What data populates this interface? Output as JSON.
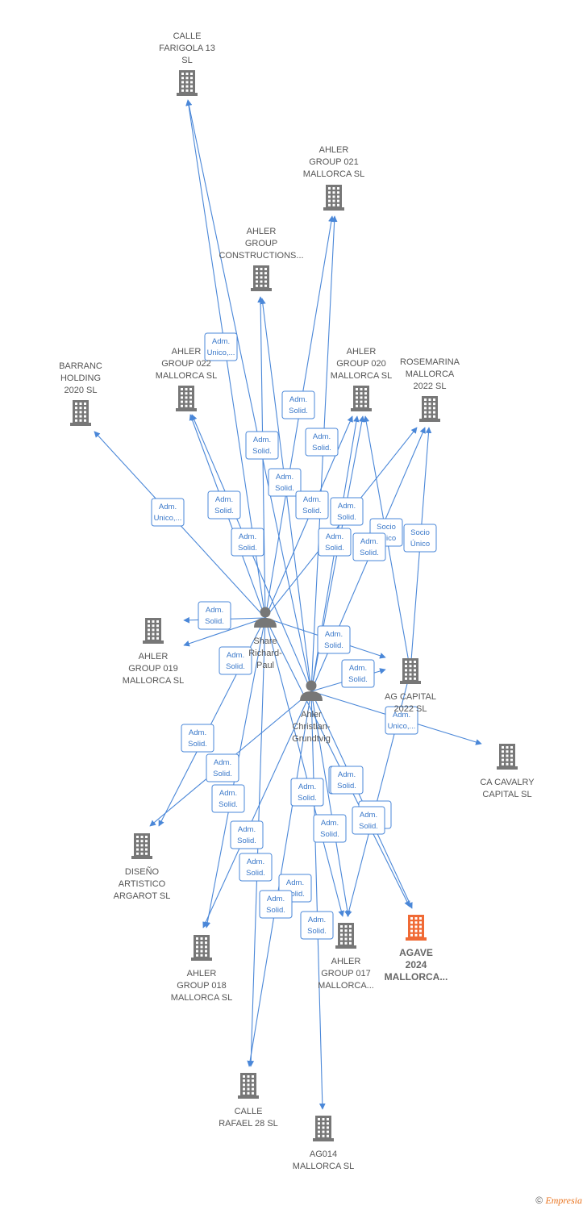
{
  "colors": {
    "edge": "#4a87d8",
    "company": "#777777",
    "highlight": "#f06a35",
    "person": "#777777"
  },
  "companies": [
    {
      "id": "calle-farigola",
      "lines": [
        "CALLE",
        "FARIGOLA 13",
        "SL"
      ],
      "icon": "building-icon"
    },
    {
      "id": "ahler-021",
      "lines": [
        "AHLER",
        "GROUP 021",
        "MALLORCA  SL"
      ],
      "icon": "building-icon"
    },
    {
      "id": "ahler-constructions",
      "lines": [
        "AHLER",
        "GROUP",
        "CONSTRUCTIONS..."
      ],
      "icon": "building-icon"
    },
    {
      "id": "barranc",
      "lines": [
        "BARRANC",
        "HOLDING",
        "2020  SL"
      ],
      "icon": "building-icon"
    },
    {
      "id": "ahler-022",
      "lines": [
        "AHLER",
        "GROUP 022",
        "MALLORCA  SL"
      ],
      "icon": "building-icon"
    },
    {
      "id": "ahler-020",
      "lines": [
        "AHLER",
        "GROUP 020",
        "MALLORCA  SL"
      ],
      "icon": "building-icon"
    },
    {
      "id": "rosemarina",
      "lines": [
        "ROSEMARINA",
        "MALLORCA",
        "2022  SL"
      ],
      "icon": "building-icon"
    },
    {
      "id": "ahler-019",
      "lines": [
        "AHLER",
        "GROUP 019",
        "MALLORCA  SL"
      ],
      "icon": "building-icon"
    },
    {
      "id": "ag-capital",
      "lines": [
        "AG CAPITAL",
        "2022  SL"
      ],
      "icon": "building-icon"
    },
    {
      "id": "ca-cavalry",
      "lines": [
        "CA CAVALRY",
        "CAPITAL  SL"
      ],
      "icon": "building-icon"
    },
    {
      "id": "diseno",
      "lines": [
        "DISEÑO",
        "ARTISTICO",
        "ARGAROT  SL"
      ],
      "icon": "building-icon"
    },
    {
      "id": "agave",
      "lines": [
        "AGAVE",
        "2024",
        "MALLORCA..."
      ],
      "icon": "building-icon",
      "highlight": true
    },
    {
      "id": "ahler-018",
      "lines": [
        "AHLER",
        "GROUP 018",
        "MALLORCA  SL"
      ],
      "icon": "building-icon"
    },
    {
      "id": "ahler-017",
      "lines": [
        "AHLER",
        "GROUP 017",
        "MALLORCA..."
      ],
      "icon": "building-icon"
    },
    {
      "id": "calle-rafael",
      "lines": [
        "CALLE",
        "RAFAEL 28  SL"
      ],
      "icon": "building-icon"
    },
    {
      "id": "ag014",
      "lines": [
        "AG014",
        "MALLORCA  SL"
      ],
      "icon": "building-icon"
    }
  ],
  "persons": [
    {
      "id": "share",
      "lines": [
        "Share",
        "Richard-",
        "Paul"
      ],
      "icon": "person-icon"
    },
    {
      "id": "ahler-person",
      "lines": [
        "Ahler",
        "Christian-",
        "Grundtvig"
      ],
      "icon": "person-icon"
    }
  ],
  "edge_labels": [
    {
      "id": "e1",
      "lines": [
        "Adm.",
        "Unico,..."
      ]
    },
    {
      "id": "e2",
      "lines": [
        "Adm.",
        "Solid."
      ]
    },
    {
      "id": "e3",
      "lines": [
        "Adm.",
        "Solid."
      ]
    },
    {
      "id": "e4",
      "lines": [
        "Adm.",
        "Solid."
      ]
    },
    {
      "id": "e5",
      "lines": [
        "Adm.",
        "Solid."
      ]
    },
    {
      "id": "e6",
      "lines": [
        "Adm.",
        "Unico,..."
      ]
    },
    {
      "id": "e7",
      "lines": [
        "Adm.",
        "Solid."
      ]
    },
    {
      "id": "e8",
      "lines": [
        "Adm.",
        "Solid."
      ]
    },
    {
      "id": "e9",
      "lines": [
        "Adm.",
        "Solid."
      ]
    },
    {
      "id": "e10",
      "lines": [
        "Adm.",
        "Solid."
      ]
    },
    {
      "id": "e11",
      "lines": [
        "Socio",
        "Único"
      ]
    },
    {
      "id": "e12",
      "lines": [
        "Adm.",
        "Solid."
      ]
    },
    {
      "id": "e13",
      "lines": [
        "Adm.",
        "Solid."
      ]
    },
    {
      "id": "e14",
      "lines": [
        "Socio",
        "Único"
      ]
    },
    {
      "id": "e15",
      "lines": [
        "Adm.",
        "Solid."
      ]
    },
    {
      "id": "e16",
      "lines": [
        "Adm.",
        "Solid."
      ]
    },
    {
      "id": "e17",
      "lines": [
        "Adm.",
        "Solid."
      ]
    },
    {
      "id": "e18",
      "lines": [
        "Adm.",
        "Solid."
      ]
    },
    {
      "id": "e19",
      "lines": [
        "Adm.",
        "Unico,..."
      ]
    },
    {
      "id": "e20",
      "lines": [
        "Adm.",
        "Solid."
      ]
    },
    {
      "id": "e21",
      "lines": [
        "Adm.",
        "Solid."
      ]
    },
    {
      "id": "e22",
      "lines": [
        "Adm.",
        "Solid."
      ]
    },
    {
      "id": "e23",
      "lines": [
        "Adm.",
        "Solid."
      ]
    },
    {
      "id": "e24",
      "lines": [
        "Adm.",
        "Solid."
      ]
    },
    {
      "id": "e25",
      "lines": [
        "Socio",
        "Único"
      ]
    },
    {
      "id": "e26",
      "lines": [
        "Adm.",
        "Solid."
      ]
    },
    {
      "id": "e27",
      "lines": [
        "Adm.",
        "Solid."
      ]
    },
    {
      "id": "e28",
      "lines": [
        "Adm.",
        "Solid."
      ]
    },
    {
      "id": "e29",
      "lines": [
        "Adm.",
        "Solid."
      ]
    },
    {
      "id": "e30",
      "lines": [
        "Adm.",
        "Solid."
      ]
    },
    {
      "id": "e31",
      "lines": [
        "Adm.",
        "Solid."
      ]
    },
    {
      "id": "e32",
      "lines": [
        "Adm.",
        "Solid."
      ]
    },
    {
      "id": "e33",
      "lines": [
        "Adm.",
        "Solid."
      ]
    },
    {
      "id": "e34",
      "lines": [
        "Adm.",
        "Solid."
      ]
    }
  ],
  "footer": {
    "copyright": "©",
    "brand": "Empresia"
  }
}
